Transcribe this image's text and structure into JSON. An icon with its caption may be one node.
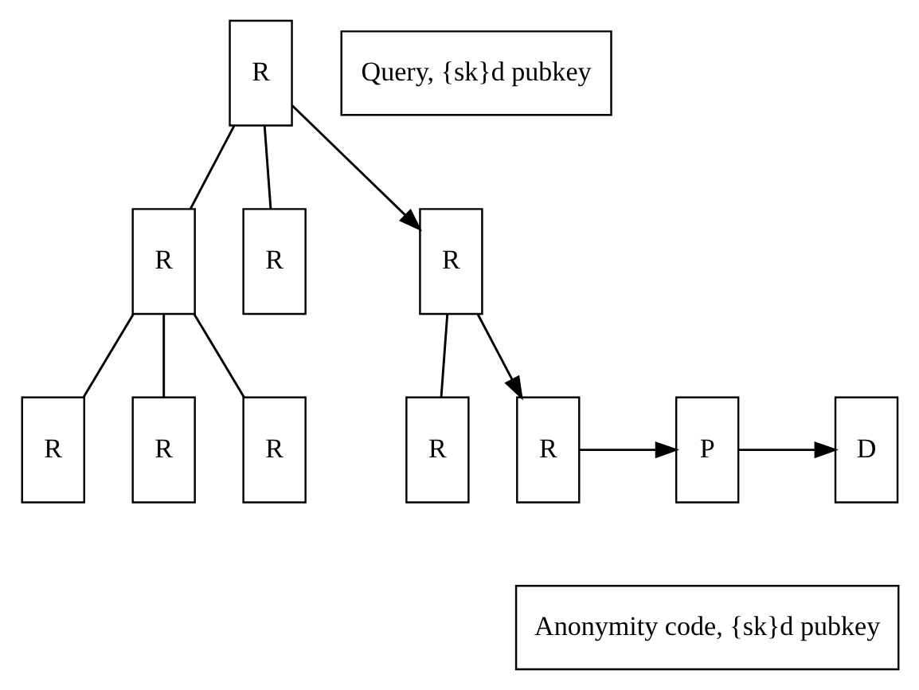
{
  "diagram": {
    "nodes": [
      {
        "text": [
          "R"
        ]
      },
      {
        "text": [
          "Query, {sk}d pubkey"
        ]
      },
      {
        "text": [
          "R"
        ]
      },
      {
        "text": [
          "R"
        ]
      },
      {
        "text": [
          "R"
        ]
      },
      {
        "text": [
          "R"
        ]
      },
      {
        "text": [
          "R"
        ]
      },
      {
        "text": [
          "R"
        ]
      },
      {
        "text": [
          "R"
        ]
      },
      {
        "text": [
          "R"
        ]
      },
      {
        "text": [
          "P"
        ]
      },
      {
        "text": [
          "D"
        ]
      },
      {
        "text": [
          "Anonymity code, {sk}d pubkey"
        ]
      }
    ],
    "edges": [
      {
        "from": 0,
        "to": 2,
        "arrow": "none"
      },
      {
        "from": 0,
        "to": 3,
        "arrow": "none"
      },
      {
        "from": 0,
        "to": 4,
        "arrow": "to"
      },
      {
        "from": 2,
        "to": 5,
        "arrow": "none"
      },
      {
        "from": 2,
        "to": 6,
        "arrow": "none"
      },
      {
        "from": 2,
        "to": 7,
        "arrow": "none"
      },
      {
        "from": 4,
        "to": 8,
        "arrow": "none"
      },
      {
        "from": 4,
        "to": 9,
        "arrow": "to"
      },
      {
        "from": 9,
        "to": 10,
        "arrow": "to"
      },
      {
        "from": 10,
        "to": 11,
        "arrow": "to"
      }
    ]
  }
}
